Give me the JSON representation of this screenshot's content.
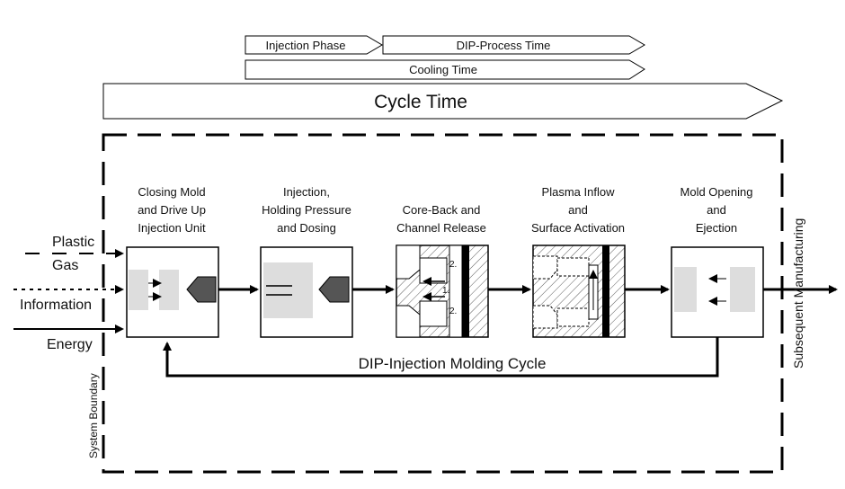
{
  "timeline": {
    "injection_phase": "Injection Phase",
    "dip_process_time": "DIP-Process Time",
    "cooling_time": "Cooling Time",
    "cycle_time": "Cycle Time"
  },
  "inputs": {
    "plastic": "Plastic",
    "gas": "Gas",
    "information": "Information",
    "energy": "Energy"
  },
  "steps": [
    {
      "lines": [
        "Closing Mold",
        "and Drive Up",
        "Injection Unit"
      ]
    },
    {
      "lines": [
        "Injection,",
        "Holding Pressure",
        "and Dosing"
      ]
    },
    {
      "lines": [
        "Core-Back and",
        "Channel Release"
      ],
      "marks": [
        "1.",
        "2.",
        "2."
      ]
    },
    {
      "lines": [
        "Plasma Inflow",
        "and",
        "Surface Activation"
      ]
    },
    {
      "lines": [
        "Mold Opening",
        "and",
        "Ejection"
      ]
    }
  ],
  "cycle_label": "DIP-Injection Molding Cycle",
  "system_boundary": "System Boundary",
  "output": "Subsequent  Manufacturing"
}
